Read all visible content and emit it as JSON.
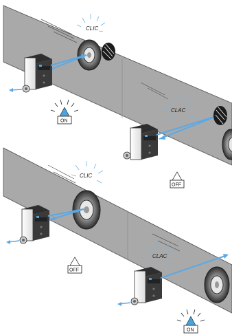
{
  "labels": {
    "clic": "CLIC",
    "clac": "CLAC",
    "on": "ON",
    "off": "OFF"
  },
  "colors": {
    "belt": "#a9a9a9",
    "belt_edge": "#4a4a4a",
    "beam": "#5aa9e6",
    "indicator_blue": "#4aa3df",
    "sensor_dark": "#3a3a3a",
    "sensor_light": "#f2f2f2"
  },
  "icons": [
    "photo-sensor-icon",
    "wheel-icon",
    "reflector-disc-icon",
    "indicator-lamp-icon"
  ]
}
